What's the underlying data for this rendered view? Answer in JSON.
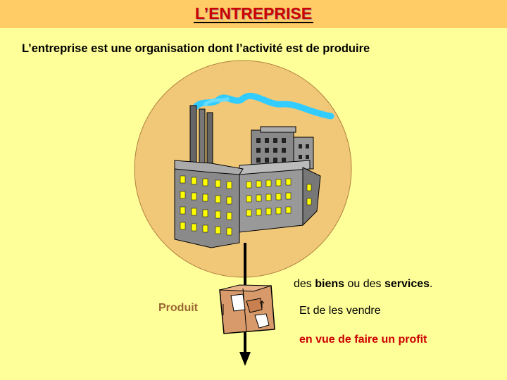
{
  "title": "L’ENTREPRISE",
  "subtitle": "L’entreprise est une organisation dont l’activité est de produire",
  "biens_prefix": "des ",
  "biens_word": "biens",
  "biens_middle": " ou des ",
  "services_word": "services",
  "biens_suffix": ".",
  "produit_label": "Produit",
  "vendre_text": "Et de les vendre",
  "profit_text": "en vue de faire un profit",
  "colors": {
    "background": "#ffff99",
    "title_bar": "#ffcc66",
    "title_text": "#cc0000",
    "circle": "#f0c878",
    "produit_text": "#996633",
    "profit_text": "#cc0000"
  },
  "icons": [
    "factory-illustration",
    "box-illustration",
    "down-arrow-icon"
  ]
}
